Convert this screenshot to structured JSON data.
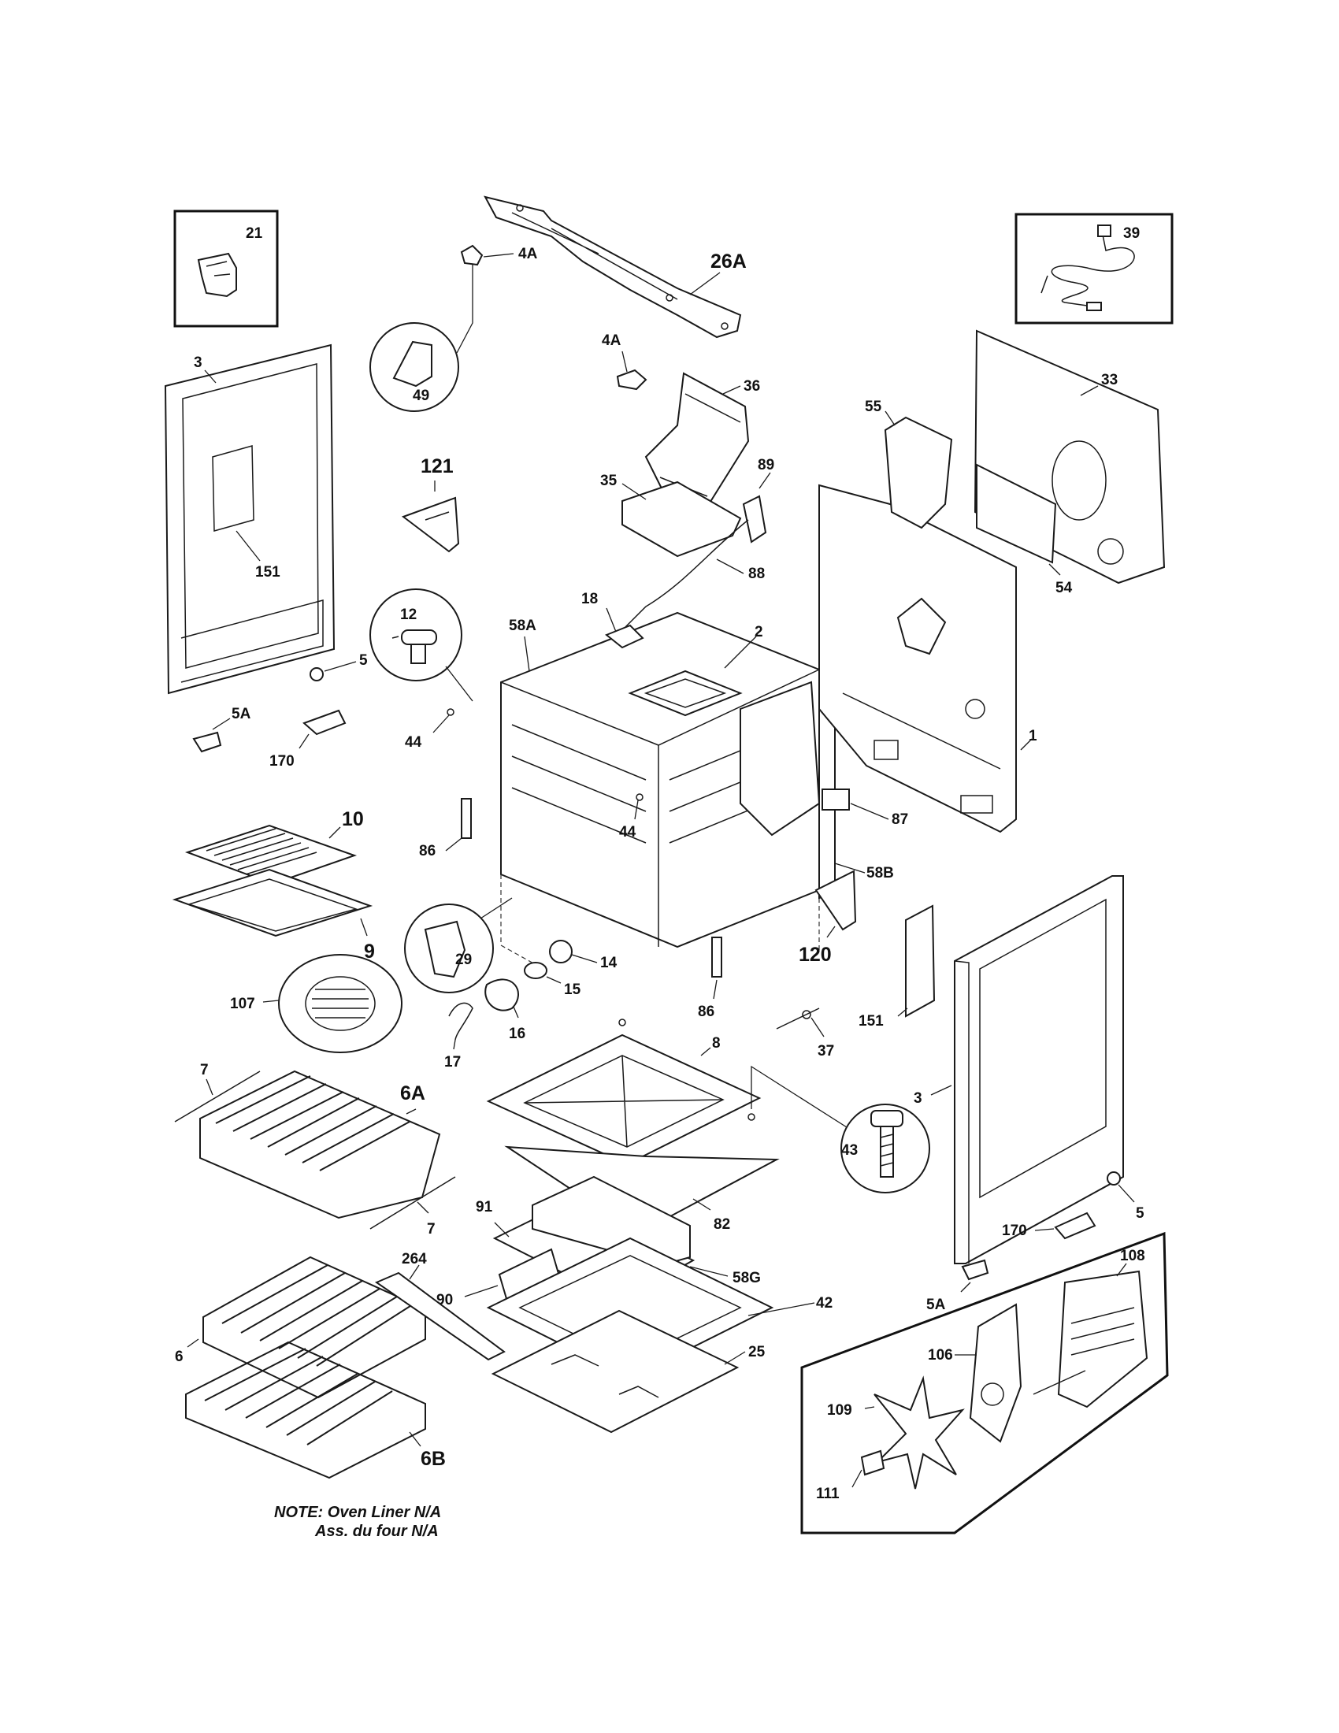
{
  "labels": {
    "p21": "21",
    "p3a": "3",
    "p151a": "151",
    "p5a": "5",
    "p5Aa": "5A",
    "p170a": "170",
    "p4Aa": "4A",
    "p49": "49",
    "p26A": "26A",
    "p4Ab": "4A",
    "p36": "36",
    "p35": "35",
    "p121": "121",
    "p89": "89",
    "p88": "88",
    "p12": "12",
    "p18": "18",
    "p58A": "58A",
    "p2": "2",
    "p44a": "44",
    "p44b": "44",
    "p39": "39",
    "p33": "33",
    "p55": "55",
    "p54": "54",
    "p1": "1",
    "p87": "87",
    "p58B": "58B",
    "p86a": "86",
    "p10": "10",
    "p9": "9",
    "p29": "29",
    "p14": "14",
    "p15": "15",
    "p16": "16",
    "p17": "17",
    "p86b": "86",
    "p120": "120",
    "p107": "107",
    "p7a": "7",
    "p6A": "6A",
    "p7b": "7",
    "p8": "8",
    "p43": "43",
    "p37": "37",
    "p151b": "151",
    "p3b": "3",
    "p82": "82",
    "p91": "91",
    "p264": "264",
    "p58G": "58G",
    "p90": "90",
    "p42": "42",
    "p25": "25",
    "p6": "6",
    "p6B": "6B",
    "p5b": "5",
    "p170b": "170",
    "p5Ab": "5A",
    "p108": "108",
    "p106": "106",
    "p109": "109",
    "p111": "111"
  },
  "note": {
    "line1": "NOTE: Oven Liner N/A",
    "line2": "Ass. du four N/A"
  }
}
